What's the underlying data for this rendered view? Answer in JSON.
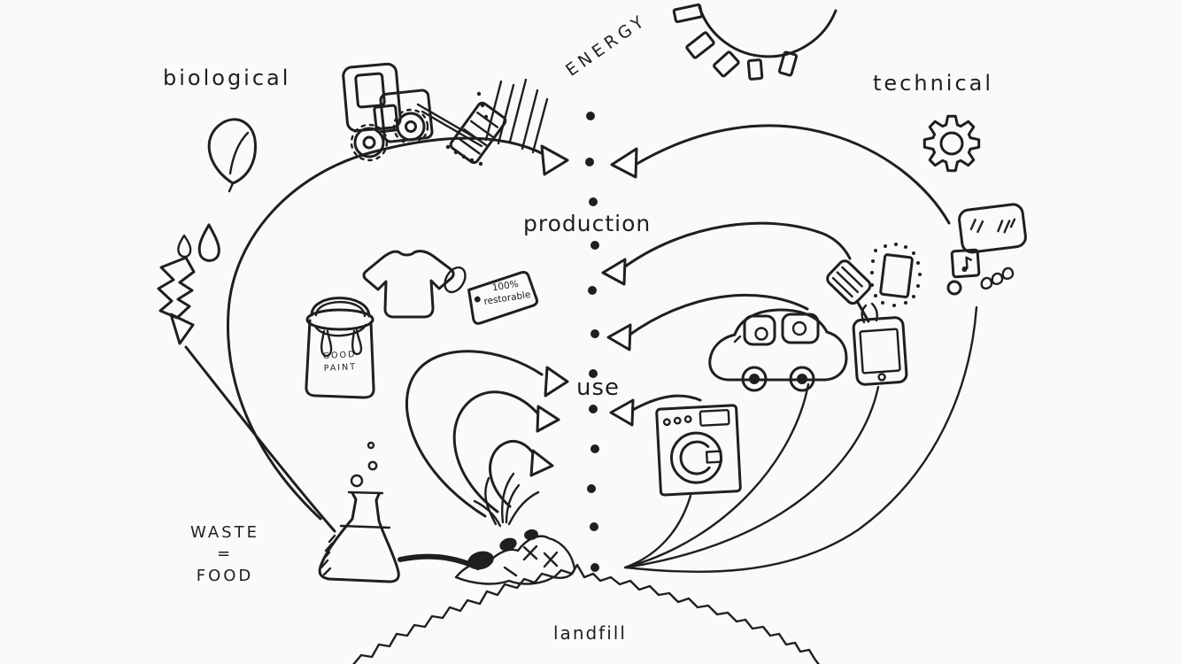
{
  "colors": {
    "background": "#fafaf8",
    "ink": "#1f1f1f"
  },
  "labels": {
    "biological": "biological",
    "technical": "technical",
    "energy": "ENERGY",
    "production": "production",
    "use": "use",
    "landfill": "landfill",
    "waste_food": {
      "line1": "WASTE",
      "line2": "=",
      "line3": "FOOD"
    },
    "shirt_tag": {
      "line1": "100%",
      "line2": "restorable"
    },
    "paint_can": {
      "line1": "GOOD",
      "line2": "PAINT"
    }
  }
}
